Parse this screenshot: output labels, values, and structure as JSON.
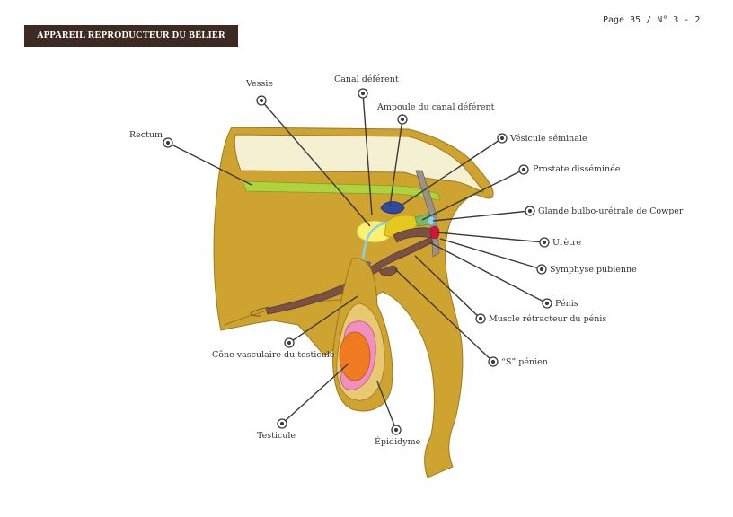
{
  "header": {
    "title": "APPAREIL REPRODUCTEUR DU BÉLIER",
    "page": "Page 35 / N° 3 - 2"
  },
  "labels": {
    "vessie": "Vessie",
    "canal_deferent": "Canal déférent",
    "ampoule": "Ampoule du canal déférent",
    "rectum": "Rectum",
    "vesicule": "Vésicule séminale",
    "prostate": "Prostate disséminée",
    "glande": "Glande bulbo-urétrale de Cowper",
    "uretre": "Urètre",
    "symphyse": "Symphyse pubienne",
    "penis": "Pénis",
    "muscle": "Muscle rétracteur du pénis",
    "s_penien": "“S” pénien",
    "cone": "Cône vasculaire du testicule",
    "testicule": "Testicule",
    "epididyme": "Épididyme"
  }
}
